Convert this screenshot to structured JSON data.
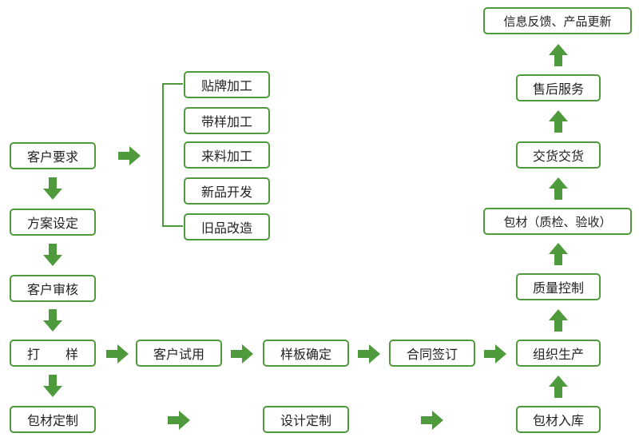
{
  "colors": {
    "accent": "#4f9a3d",
    "border": "#4f9a3d",
    "text": "#222222"
  },
  "left_column": {
    "customer_request": "客户要求",
    "plan_setting": "方案设定",
    "customer_review": "客户审核",
    "sample_making": "打　　样",
    "packaging_custom": "包材定制"
  },
  "processing_options": [
    "贴牌加工",
    "带样加工",
    "来料加工",
    "新品开发",
    "旧品改造"
  ],
  "middle_row": {
    "customer_trial": "客户试用",
    "sample_confirm": "样板确定",
    "contract_sign": "合同签订"
  },
  "bottom_row": {
    "design_custom": "设计定制"
  },
  "right_column": {
    "feedback_update": "信息反馈、产品更新",
    "after_sales": "售后服务",
    "delivery": "交货交货",
    "packaging_inspection": "包材（质检、验收）",
    "quality_control": "质量控制",
    "organize_production": "组织生产",
    "packaging_storage": "包材入库"
  }
}
